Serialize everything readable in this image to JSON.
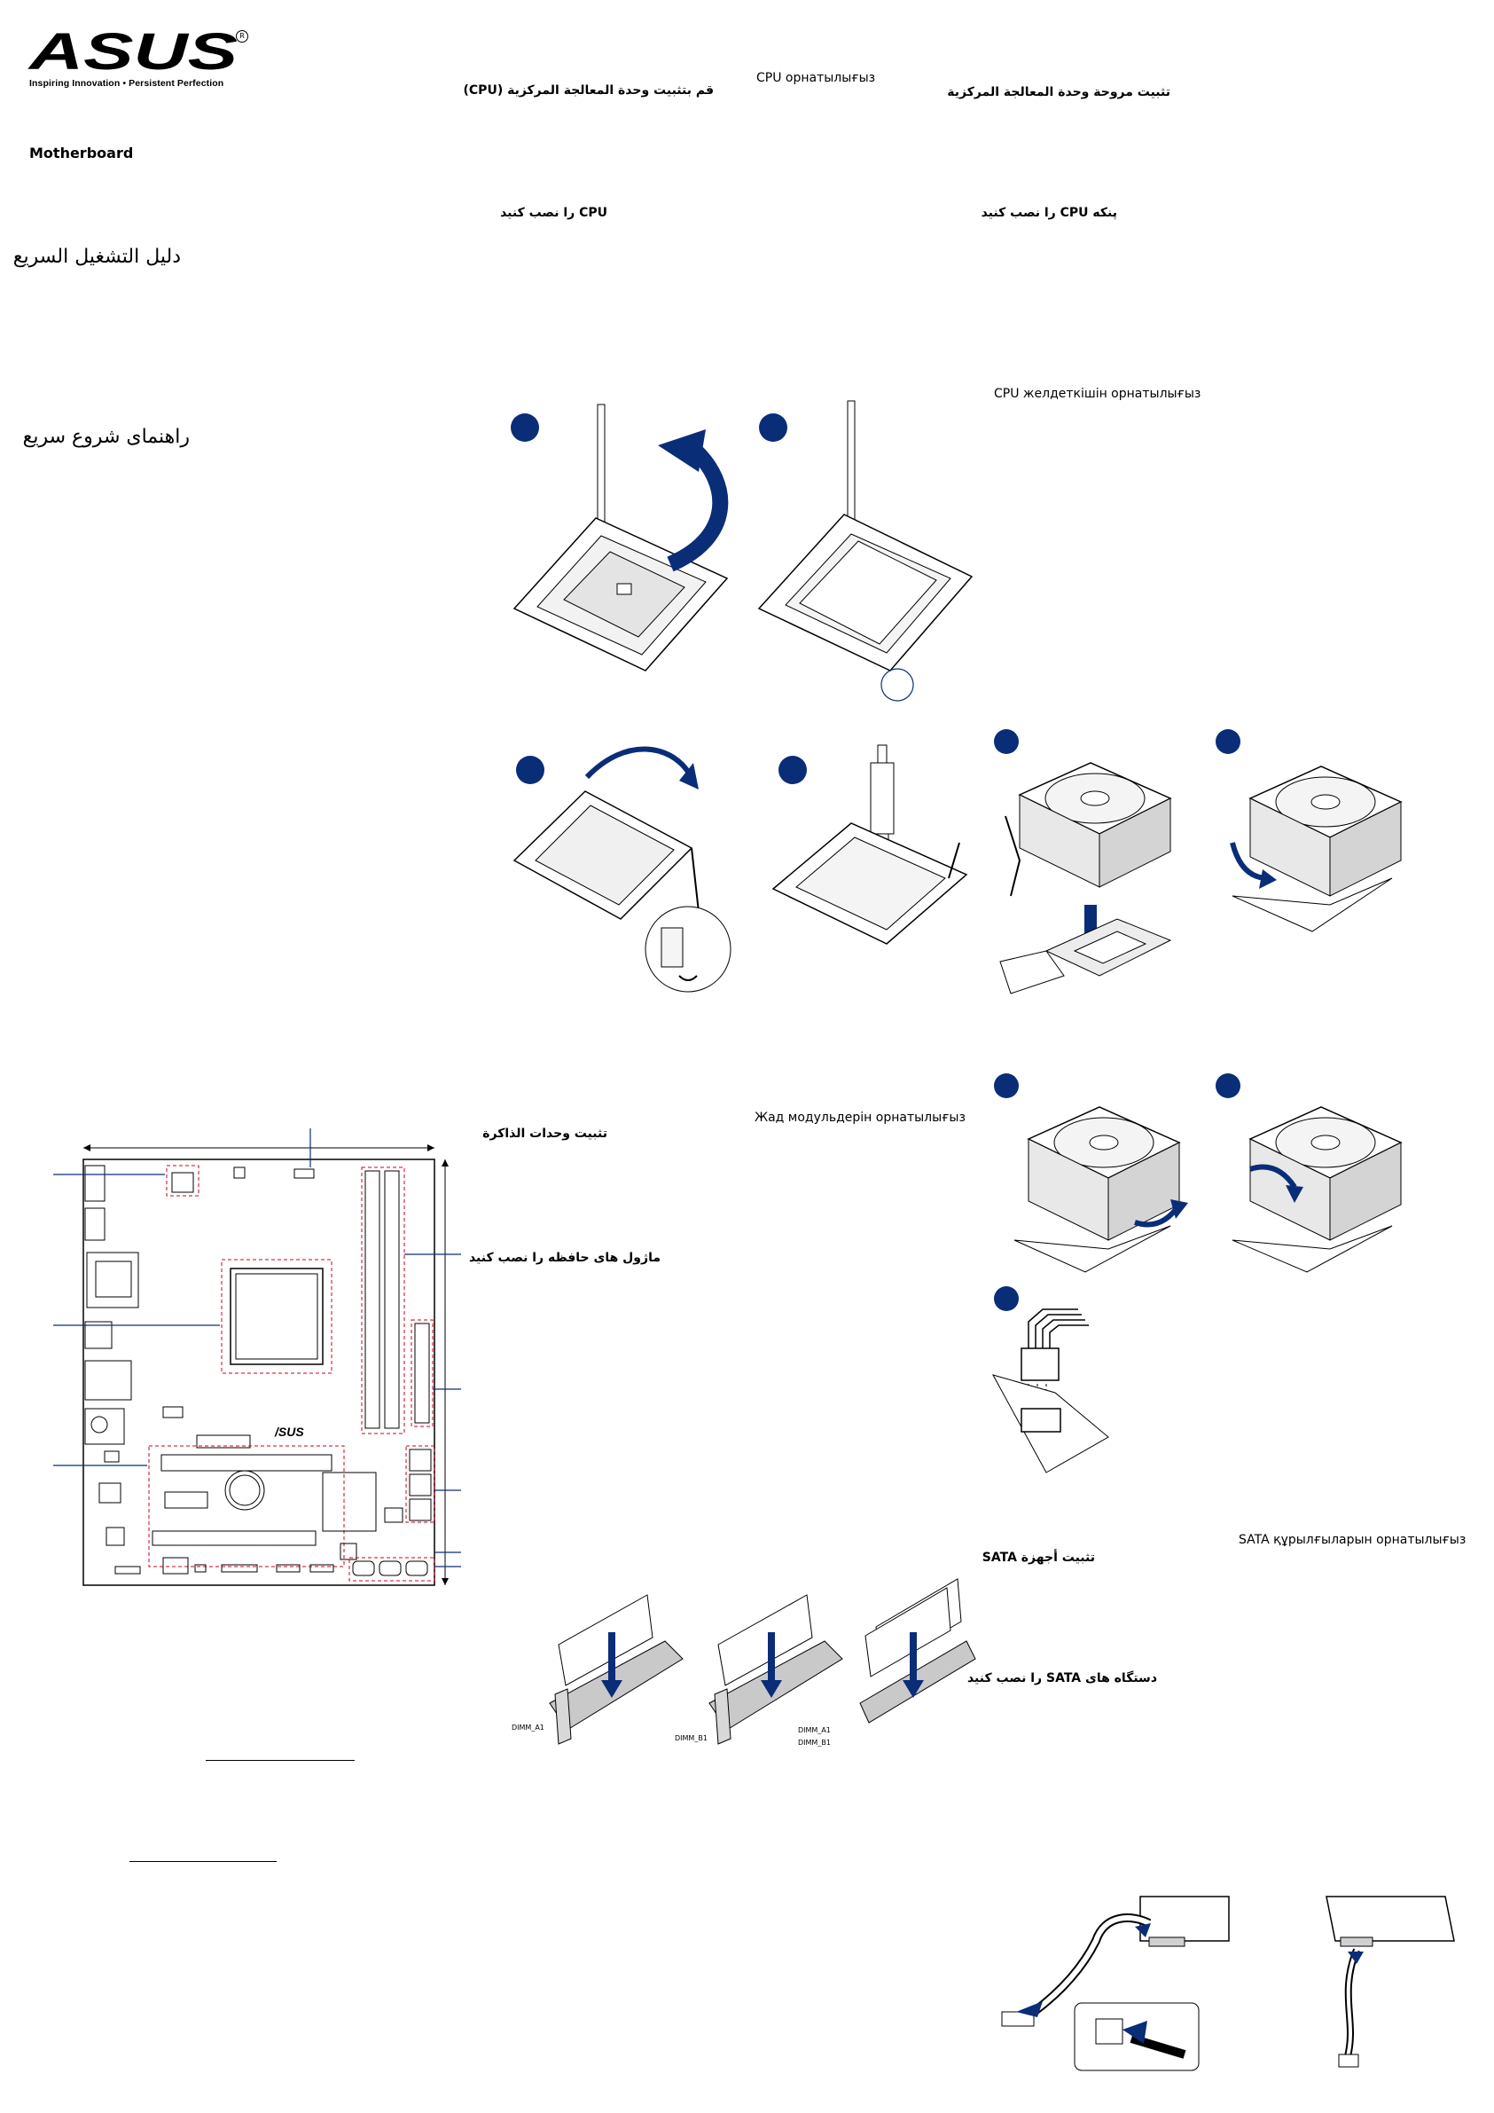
{
  "logo": {
    "brand": "ASUS",
    "tagline": "Inspiring Innovation • Persistent Perfection",
    "registered": "R"
  },
  "product": "Motherboard",
  "titles": {
    "arabic_quick_guide": "دليل التشغيل السريع",
    "persian_quick_guide": "راهنمای شروع سریع"
  },
  "cpu_section": {
    "heading_ar": "قم بتثبيت وحدة المعالجة المركزية (CPU)",
    "heading_kk": "CPU орнатылығыз",
    "heading_fa": "CPU را نصب کنید"
  },
  "cpu_fan_section": {
    "heading_ar": "تثبيت مروحة وحدة المعالجة المركزية",
    "heading_fa": "پنکه CPU را نصب کنید",
    "heading_kk": "CPU желдеткішін орнатылығыз"
  },
  "memory_section": {
    "heading_kk": "Жад модульдерін орнатылығыз",
    "heading_ar": "تثبيت وحدات الذاكرة",
    "heading_fa": "ماژول های حافظه را نصب کنید"
  },
  "dimm_labels": {
    "a1": "DIMM_A1",
    "b1": "DIMM_B1",
    "pair_a1": "DIMM_A1",
    "pair_b1": "DIMM_B1"
  },
  "sata_section": {
    "heading_kk": "SATA құрылғыларын орнатылығыз",
    "heading_ar": "تثبيت أجهزة SATA",
    "heading_fa": "دستگاه های SATA را نصب کنید"
  },
  "board_brand": "/SUS",
  "colors": {
    "accent_blue": "#0a2d78",
    "callout_red": "#d0021b",
    "line_gray": "#444444"
  }
}
